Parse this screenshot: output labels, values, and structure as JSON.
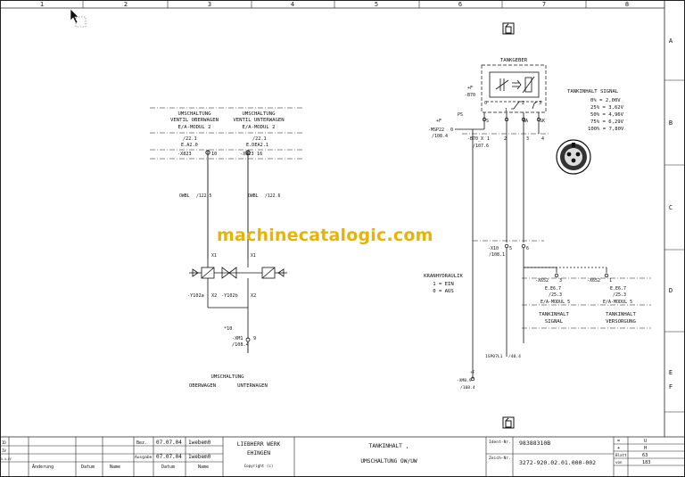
{
  "columns": [
    "1",
    "2",
    "3",
    "4",
    "5",
    "6",
    "7",
    "8"
  ],
  "rows": [
    "A",
    "B",
    "C",
    "D",
    "E",
    "F"
  ],
  "left_block": {
    "h1_line1": "UMSCHALTUNG",
    "h1_line2": "VENTIL OBERWAGEN",
    "h1_line3": "E/A-MODUL 2",
    "h2_line1": "UMSCHALTUNG",
    "h2_line2": "VENTIL UNTERWAGEN",
    "h2_line3": "E/A-MODUL 2",
    "ref1": "/22.1",
    "pin1": "E.A2.0",
    "ref2": "/22.1",
    "pin2": "E.DEA2.1",
    "conn1": "-X823",
    "conn1_pin": "10",
    "conn2": "-X823",
    "conn2_pin": "16",
    "wire1": "OWBL",
    "wire1_ref": "/122.5",
    "wire2": "OWBL",
    "wire2_ref": "/122.6",
    "x1a": "X1",
    "x1b": "X1",
    "x2a": "X2",
    "x2b": "X2",
    "valve_a": "-Y102a",
    "valve_b": "-Y102b",
    "small_ref": "*10",
    "ground_conn": "-XM1",
    "ground_pin": "9",
    "ground_ref": "/108.4",
    "footer_line1": "UMSCHALTUNG",
    "footer_left": "OBERWAGEN",
    "footer_right": "UNTERWAGEN"
  },
  "tank": {
    "title": "TANKGEBER",
    "plusF1": "+F",
    "b70": "-B70",
    "p0": "0",
    "p1": "1",
    "p2": "2",
    "p3": "3",
    "ps": "S",
    "psa": "SA",
    "psk": "SK",
    "plusF2": "+F",
    "msp": "-MSP22",
    "msp_pin": "0",
    "msp_ref": "/108.4",
    "msp_ps": "PS",
    "b70x": "-B70_X",
    "b70x_ref": "/107.6",
    "c1": "1",
    "c2": "2",
    "c3": "3",
    "c4": "4",
    "signal_title": "TANKINHALT  SIGNAL",
    "levels": [
      "0% = 2,00V",
      "25% = 3,62V",
      "50% = 4,96V",
      "75% = 6,29V",
      "100% = 7,80V"
    ]
  },
  "mid": {
    "x10": "-X10",
    "x10_pin5": "5",
    "x10_pin6": "6",
    "x10_ref": "/108.1",
    "kran_title": "KRANHYDRAULIK",
    "kran_on": "1 = EIN",
    "kran_off": "0 = AUS",
    "x652a": "-X652",
    "x652a_pin": "3",
    "x652b": "-X652",
    "x652b_pin": "1",
    "e1": "E.E6.7",
    "e1_ref": "/25.3",
    "e1_mod": "E/A-MODUL 5",
    "e2": "E.E6.7",
    "e2_ref": "/25.3",
    "e2_mod": "E/A-MODUL 5",
    "sig1": "TANKINHALT",
    "sig1b": "SIGNAL",
    "sig2": "TANKINHALT",
    "sig2b": "VERSORGUNG",
    "wire_l": "1SP07L1",
    "wire_r": "/40.4",
    "plusF3": "+F",
    "xm8": "-XM8.9",
    "xm8_ref": "/108.4"
  },
  "title_block": {
    "date_label": "Bez.",
    "date1": "07.07.04",
    "user1": "1webem0",
    "issued_label": "Ausgabe",
    "date2": "07.07.04",
    "user2": "1webem0",
    "col_aenderung": "Änderung",
    "col_datum1": "Datum",
    "col_name1": "Name",
    "col_datum2": "Datum",
    "col_name2": "Name",
    "company1": "LIEBHERR WERK",
    "company2": "EHINGEN",
    "copyright": "Copyright (c)",
    "desc1": "TANKINHALT ,",
    "desc2": "UMSCHALTUNG OW/UW",
    "ident_label": "Ident-Nr.",
    "ident": "98388310B",
    "zeich_label": "Zeich-Nr.",
    "zeich": "3272-920.02.01.000-002",
    "r1a": "=",
    "r1b": "U",
    "r2a": "+",
    "r2b": "H",
    "blatt_label": "Blatt",
    "blatt": "63",
    "von_label": "von",
    "von": "183",
    "side1": "ID",
    "side2": "IV",
    "side3": "5.4.4V"
  },
  "watermark": "machinecatalogic.com"
}
